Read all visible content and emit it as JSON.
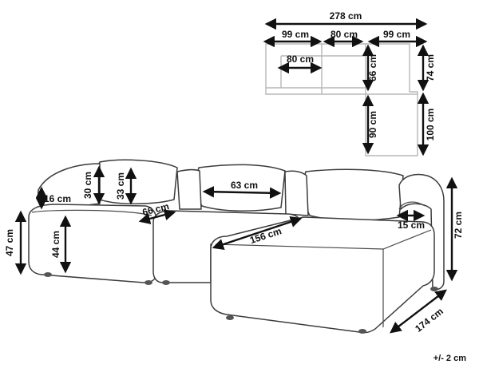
{
  "colors": {
    "ink": "#111111",
    "plan_outline": "#b7b7b7",
    "sofa_outline": "#3c3c3c",
    "background": "#ffffff"
  },
  "top_view": {
    "total_width": "278 cm",
    "left_section_width": "99 cm",
    "middle_section_width": "80 cm",
    "right_section_width": "99 cm",
    "seat_depth": "80 cm",
    "armless_depth": "66 cm",
    "section_depth": "74 cm",
    "chaise_extension": "90 cm",
    "chaise_extension_outer": "100 cm"
  },
  "side_view": {
    "seat_height": "47 cm",
    "seat_height_inner": "44 cm",
    "arm_height": "16 cm",
    "back_height": "30 cm",
    "cushion_height": "33 cm",
    "seat_width": "66 cm",
    "cushion_width": "63 cm",
    "chaise_length": "156 cm",
    "arm_width": "15 cm",
    "total_height": "72 cm",
    "chaise_depth": "174 cm"
  },
  "tolerance": "+/- 2 cm"
}
